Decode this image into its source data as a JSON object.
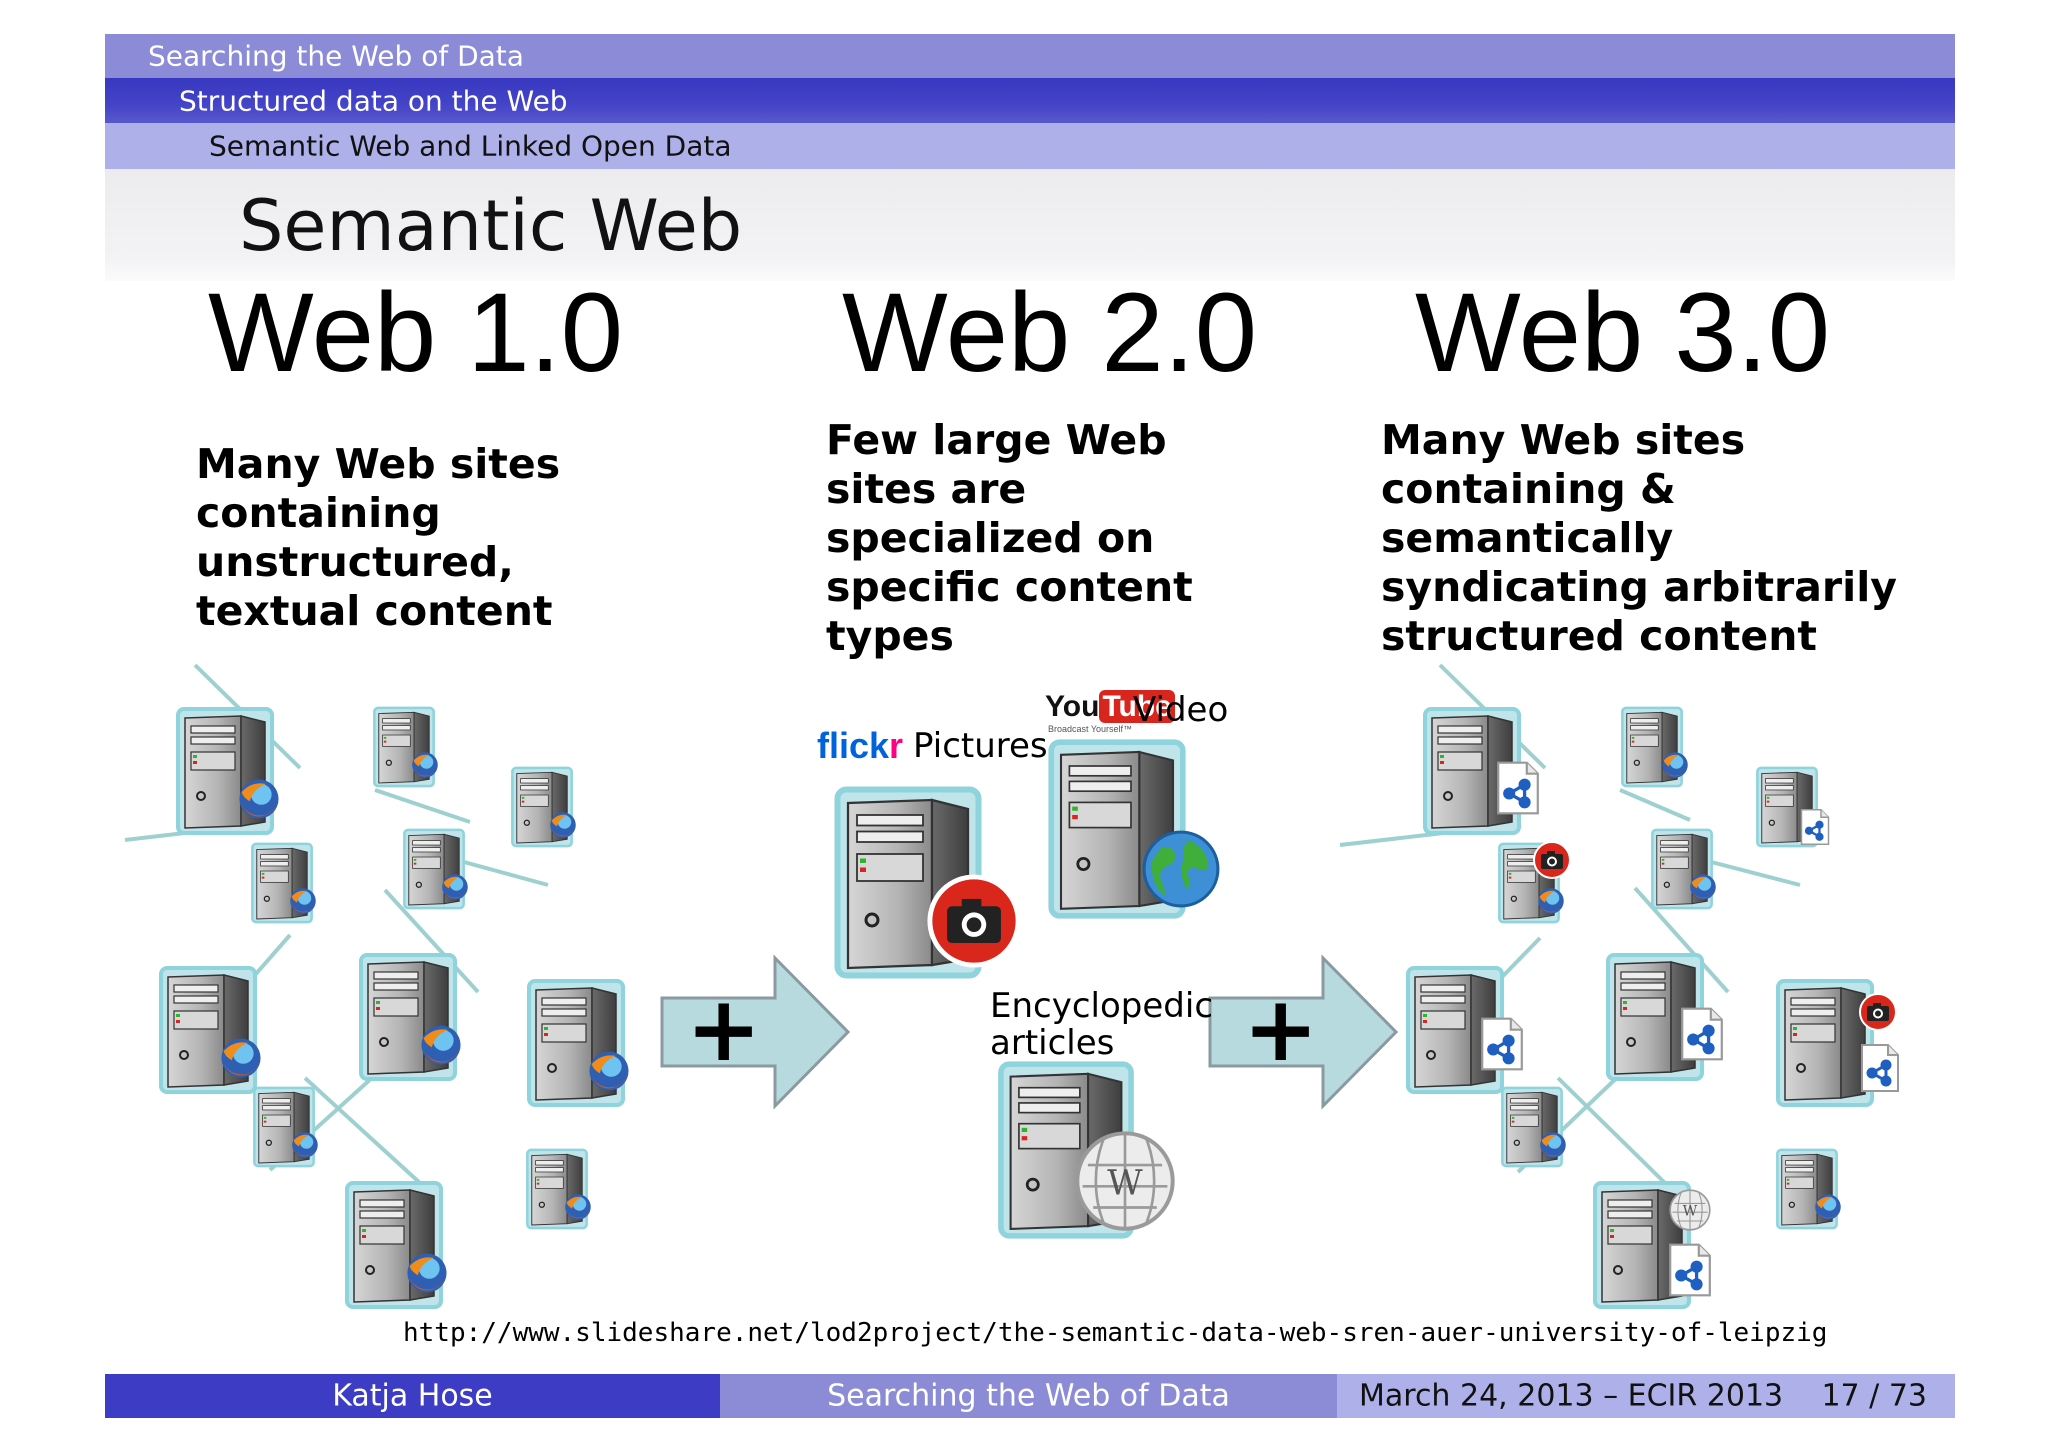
{
  "nav": {
    "section": "Searching the Web of Data",
    "subsection": "Structured data on the Web",
    "subsubsection": "Semantic Web and Linked Open Data"
  },
  "frame_title": "Semantic Web",
  "columns": [
    {
      "heading": "Web 1.0",
      "lines": [
        "Many Web sites",
        "containing",
        "unstructured,",
        "textual content"
      ]
    },
    {
      "heading": "Web 2.0",
      "lines": [
        "Few large Web",
        "sites are",
        "specialized on",
        "specific content",
        "types"
      ]
    },
    {
      "heading": "Web 3.0",
      "lines": [
        "Many Web sites",
        "containing &",
        "semantically",
        "syndicating arbitrarily",
        "structured content"
      ]
    }
  ],
  "services": {
    "flickr_logo_a": "flick",
    "flickr_logo_b": "r",
    "pictures": "Pictures",
    "youtube_logo_you": "You",
    "youtube_logo_tube": "Tube",
    "youtube_tagline": "Broadcast Yourself™",
    "video": "Video",
    "encyclopedic_line1": "Encyclopedic",
    "encyclopedic_line2": "articles"
  },
  "plus_sign": "+",
  "source_url": "http://www.slideshare.net/lod2project/the-semantic-data-web-sren-auer-university-of-leipzig",
  "footer": {
    "author": "Katja Hose",
    "talk": "Searching the Web of Data",
    "date": "March 24, 2013 – ECIR 2013",
    "page": "17 / 73"
  },
  "colors": {
    "nav_top": "#8b8bd8",
    "nav_mid": "#4444c8",
    "nav_low": "#aeb0ea",
    "arrow_fill": "#b6dadd",
    "line_color": "#9fd0d0",
    "server_body": "#a9a9a9",
    "server_outline": "#8fd3dc"
  },
  "icons": [
    "server-icon",
    "firefox-icon",
    "rdf-document-icon",
    "camera-icon",
    "globe-icon",
    "wikipedia-globe-icon",
    "plus-arrow-icon"
  ]
}
